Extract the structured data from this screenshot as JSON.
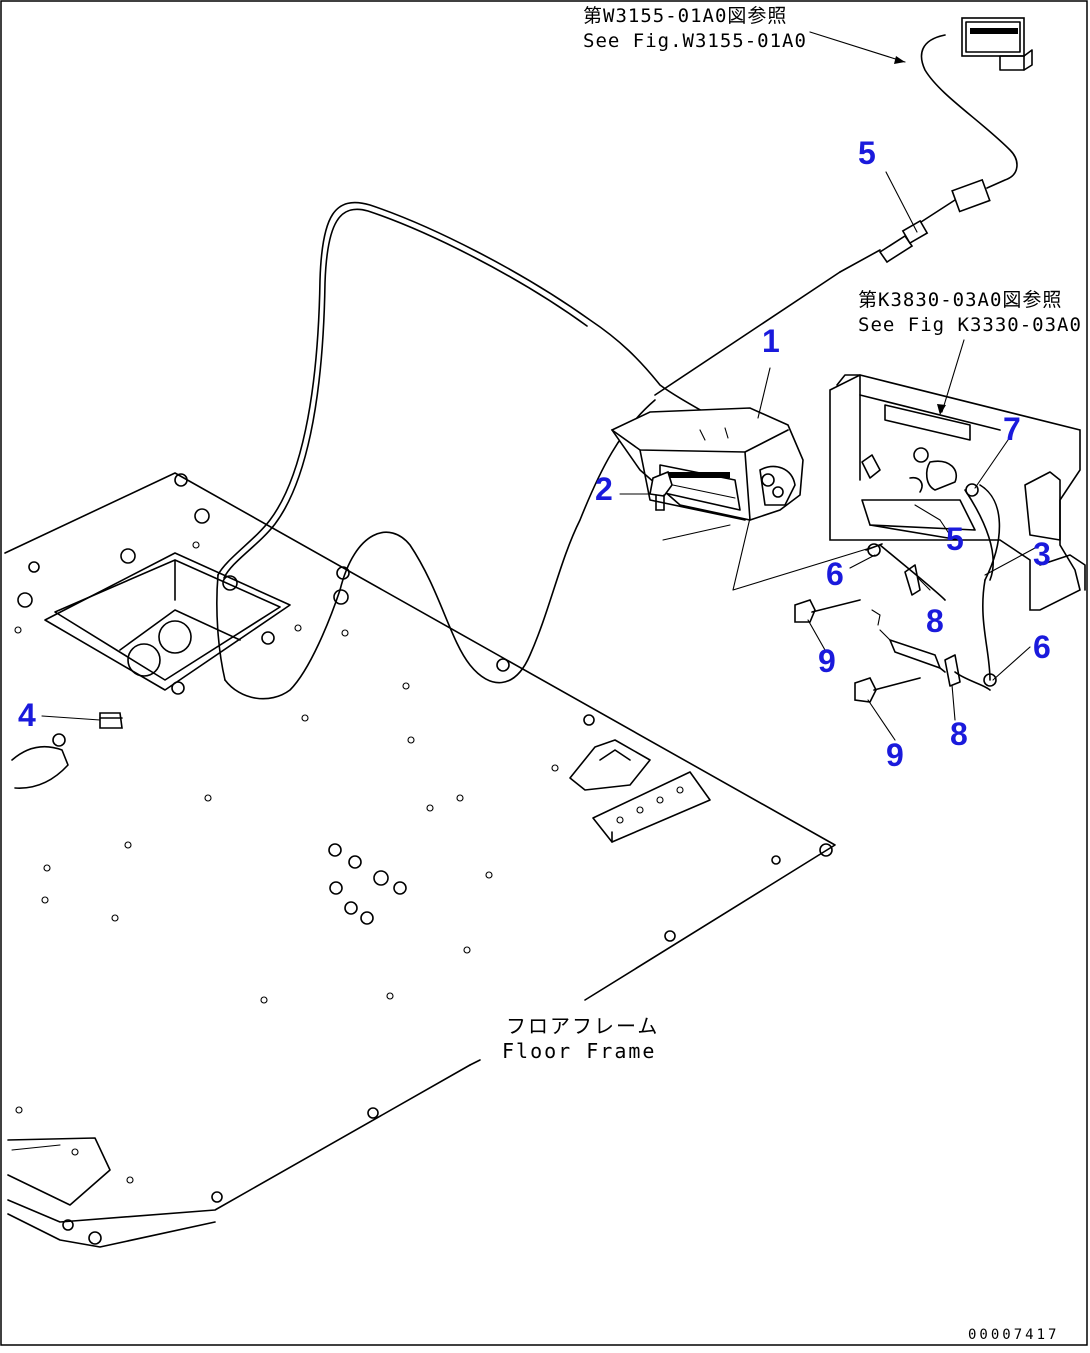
{
  "references": {
    "top": {
      "jp": "第W3155-01A0図参照",
      "en": "See Fig.W3155-01A0"
    },
    "mid": {
      "jp": "第K3830-03A0図参照",
      "en": "See Fig K3330-03A0"
    }
  },
  "floor_frame": {
    "jp": "フロアフレーム",
    "en": "Floor Frame"
  },
  "callouts": {
    "c1": "1",
    "c2": "2",
    "c3": "3",
    "c4": "4",
    "c5a": "5",
    "c5b": "5",
    "c6a": "6",
    "c6b": "6",
    "c7": "7",
    "c8a": "8",
    "c8b": "8",
    "c9a": "9",
    "c9b": "9"
  },
  "drawing_number": "00007417",
  "colors": {
    "callout": "#1a1adc",
    "line": "#000000",
    "background": "#ffffff"
  }
}
